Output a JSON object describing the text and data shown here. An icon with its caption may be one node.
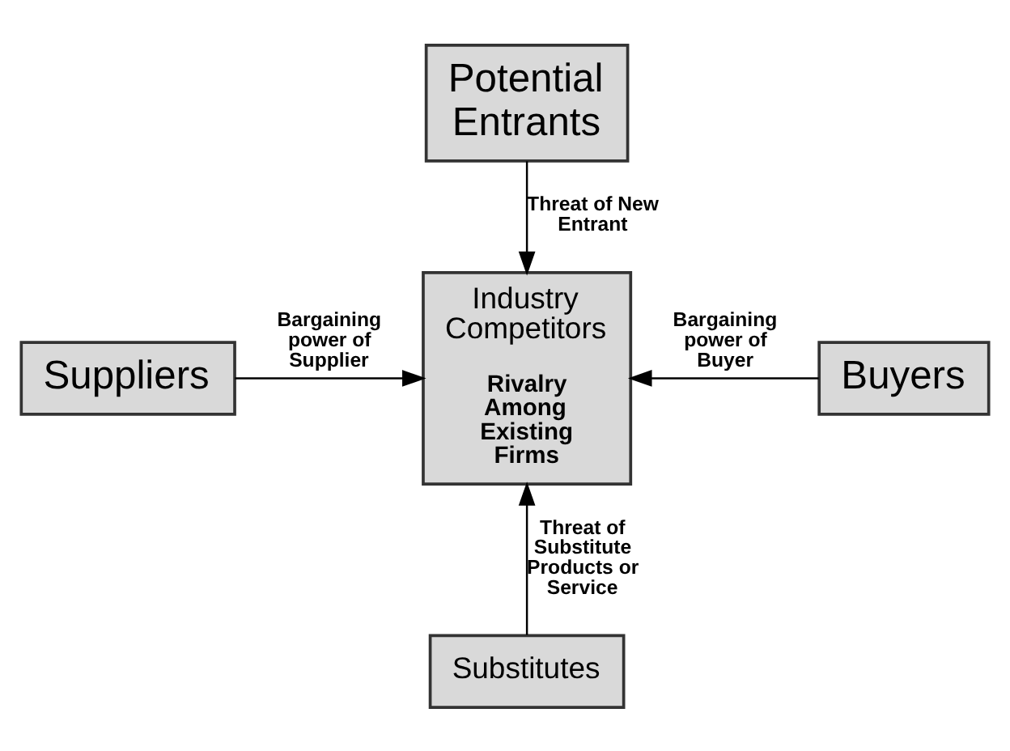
{
  "diagram": {
    "nodes": [
      {
        "text": [
          "Potential Entrants"
        ]
      },
      {
        "text": [
          "Industry Competitors",
          "Rivalry Among Existing Firms"
        ]
      },
      {
        "text": [
          "Suppliers"
        ]
      },
      {
        "text": [
          "Buyers"
        ]
      },
      {
        "text": [
          "Substitutes"
        ]
      }
    ],
    "edges": [
      {
        "from": 0,
        "to": 1,
        "arrow": "to",
        "label": "Threat of New Entrant"
      },
      {
        "from": 2,
        "to": 1,
        "arrow": "to",
        "label": "Bargaining power of Supplier"
      },
      {
        "from": 3,
        "to": 1,
        "arrow": "to",
        "label": "Bargaining power of Buyer"
      },
      {
        "from": 4,
        "to": 1,
        "arrow": "to",
        "label": "Threat of Substitute Products or Service"
      }
    ]
  }
}
